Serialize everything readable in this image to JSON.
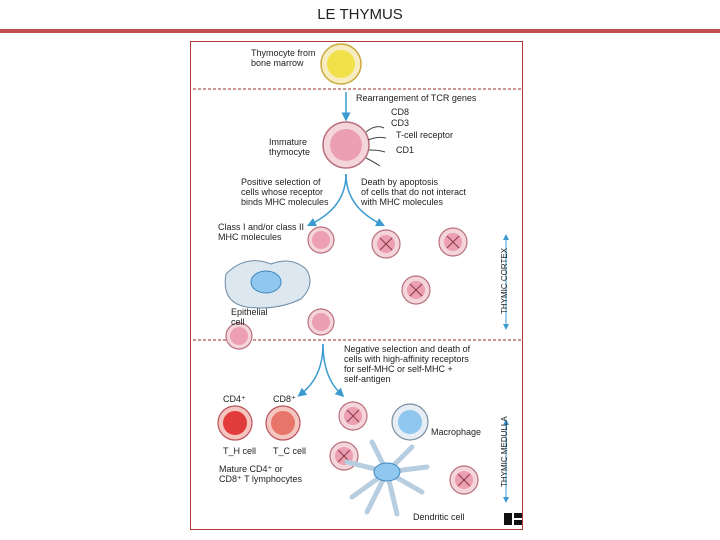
{
  "title": "LE THYMUS",
  "figure": {
    "labels": {
      "thymocyte_bone_marrow": "Thymocyte from\nbone marrow",
      "rearrangement": "Rearrangement of TCR genes",
      "cd8": "CD8",
      "cd3": "CD3",
      "tcell_receptor": "T-cell receptor",
      "cd1": "CD1",
      "immature_thymocyte": "Immature\nthymocyte",
      "positive_selection": "Positive selection of\ncells whose receptor\nbinds MHC molecules",
      "death_apoptosis": "Death by apoptosis\nof cells that do not interact\nwith MHC molecules",
      "class_mhc": "Class I and/or class II\nMHC molecules",
      "epithelial_cell": "Epithelial\ncell",
      "negative_selection": "Negative selection and death of\ncells with high-affinity receptors\nfor self-MHC or self-MHC +\nself-antigen",
      "cd4_plus": "CD4⁺",
      "cd8_plus": "CD8⁺",
      "th_cell": "T_H  cell",
      "tc_cell": "T_C  cell",
      "mature_lymphocytes": "Mature CD4⁺ or\nCD8⁺ T lymphocytes",
      "macrophage": "Macrophage",
      "dendritic_cell": "Dendritic cell",
      "thymic_cortex": "THYMIC CORTEX",
      "thymic_medulla": "THYMIC MEDULLA"
    }
  }
}
